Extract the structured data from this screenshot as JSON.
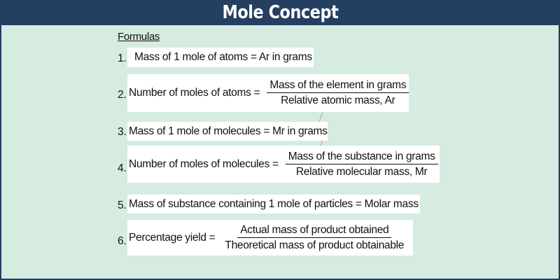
{
  "header": {
    "title": "Mole Concept"
  },
  "section": {
    "title": "Formulas"
  },
  "formulas": [
    {
      "number": "1.",
      "text": "Mass of 1 mole of atoms = Ar in grams"
    },
    {
      "number": "2.",
      "lhs": "Number of moles of atoms =",
      "numerator": "Mass of the element in grams",
      "denominator": "Relative atomic mass, Ar"
    },
    {
      "number": "3.",
      "text": "Mass of 1 mole of molecules = Mr in grams"
    },
    {
      "number": "4.",
      "lhs": "Number of moles of molecules =",
      "numerator": "Mass of the substance in grams",
      "denominator": "Relative molecular mass, Mr"
    },
    {
      "number": "5.",
      "text": "Mass of substance containing 1 mole of particles = Molar mass"
    },
    {
      "number": "6.",
      "lhs": "Percentage yield =",
      "numerator": "Actual mass of product obtained",
      "denominator": "Theoretical mass of product obtainable"
    }
  ],
  "colors": {
    "header_bg": "#243f60",
    "page_bg": "#d6ece0",
    "box_bg": "#ffffff",
    "text": "#111111"
  }
}
